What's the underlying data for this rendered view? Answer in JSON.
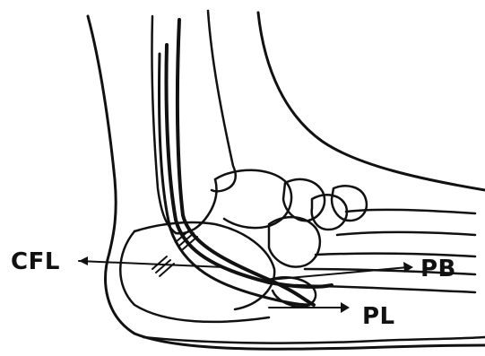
{
  "diagram": {
    "labels": {
      "cfl": "CFL",
      "pb": "PB",
      "pl": "PL"
    },
    "colors": {
      "ink": "#111111",
      "paper": "#ffffff"
    }
  }
}
